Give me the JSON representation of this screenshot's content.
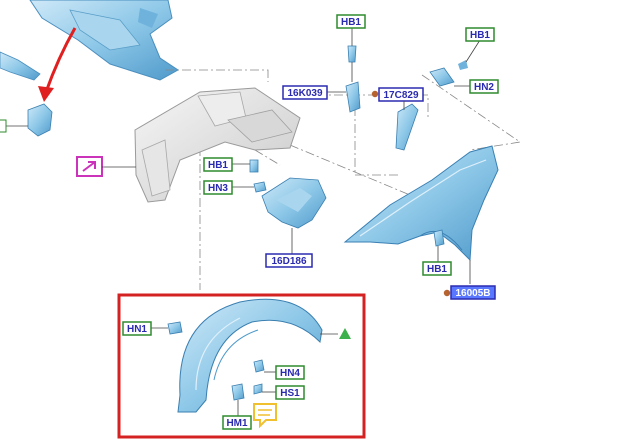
{
  "labels": {
    "hb1_top": "HB1",
    "hb1_right": "HB1",
    "hn2": "HN2",
    "part_16k039": "16K039",
    "part_17c829": "17C829",
    "hb1_mid": "HB1",
    "hn3": "HN3",
    "part_16d186": "16D186",
    "hb1_fender": "HB1",
    "part_16005b": "16005B",
    "hn1": "HN1",
    "hn4": "HN4",
    "hs1": "HS1",
    "hm1": "HM1"
  },
  "colors": {
    "part_fill": "#8ec8e8",
    "part_dark": "#5aa6d3",
    "frame_gray": "#e2e2e2",
    "label_border_green": "#2e8b2e",
    "label_border_blue": "#2a2ab0",
    "label_selected_fill": "#5a78ff",
    "highlight_frame": "#d42222",
    "arrow_red": "#e02020",
    "note_icon": "#f0c030",
    "link_icon": "#cc33bb",
    "marker_green": "#3cb04a",
    "dot_brown": "#b7632f"
  },
  "icons": {
    "note": "note-icon",
    "link": "link-arrow-icon",
    "triangle": "triangle-marker-icon"
  }
}
